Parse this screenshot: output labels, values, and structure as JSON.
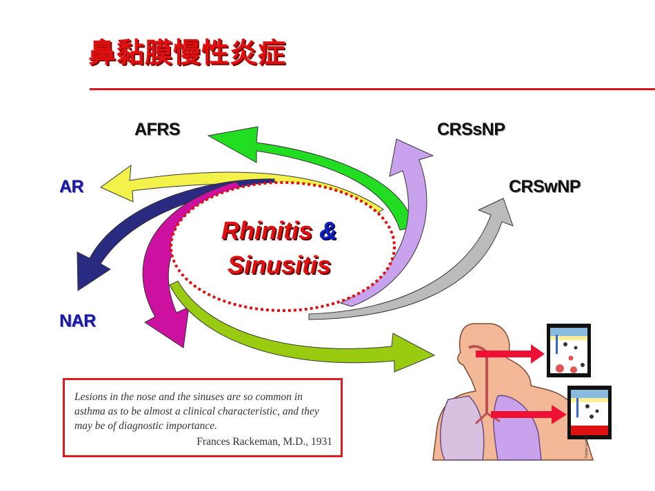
{
  "title": "鼻黏膜慢性炎症",
  "labels": {
    "afrs": "AFRS",
    "ar": "AR",
    "nar": "NAR",
    "crssnp": "CRSsNP",
    "crswnp": "CRSwNP"
  },
  "center": {
    "line1_word": "Rhinitis",
    "amp": "&",
    "line2": "Sinusitis"
  },
  "quote": {
    "text": "Lesions in the nose and the sinuses are so common in asthma as to be almost a clinical characteristic, and they may be of diagnostic importance.",
    "author": "Frances Rackeman, M.D., 1931"
  },
  "illustration": {
    "credit": "Fabien Ledwith"
  },
  "colors": {
    "title": "#e01010",
    "rule": "#d8141e",
    "arrow_green": "#22dd22",
    "arrow_yellow": "#f2f24a",
    "arrow_navy": "#2a2a80",
    "arrow_magenta": "#cc10a0",
    "arrow_olive": "#99cc11",
    "arrow_lavender": "#c9a2ee",
    "arrow_gray": "#bbbbbb",
    "dotted_ellipse": "#dd1111"
  }
}
